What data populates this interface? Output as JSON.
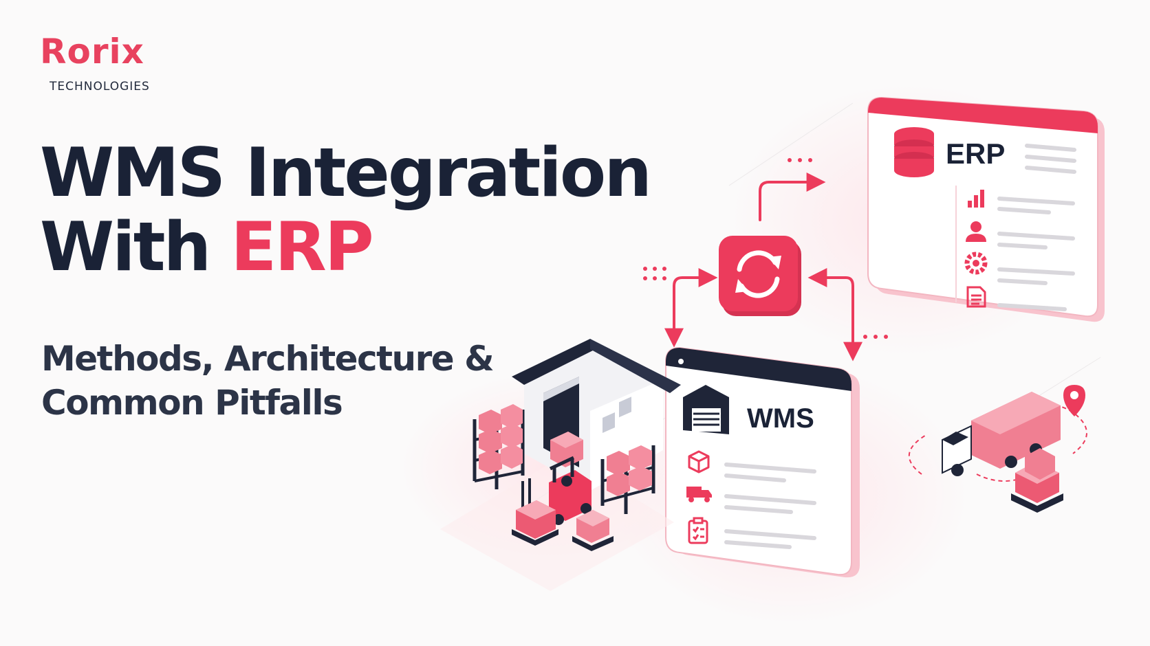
{
  "brand": {
    "logo_text": "Rorix",
    "logo_subtext": "TECHNOLOGIES"
  },
  "headline": {
    "line1": "WMS Integration",
    "line2_prefix": "With ",
    "line2_accent": "ERP"
  },
  "subheadline": {
    "line1": "Methods, Architecture &",
    "line2": "Common Pitfalls"
  },
  "illustration": {
    "erp_label": "ERP",
    "wms_label": "WMS",
    "icons": [
      "database-icon",
      "bar-chart-icon",
      "user-icon",
      "gear-icon",
      "document-icon",
      "sync-icon",
      "warehouse-icon",
      "package-icon",
      "truck-icon",
      "clipboard-icon",
      "location-pin-icon",
      "forklift-icon"
    ]
  },
  "colors": {
    "accent": "#ec3b5c",
    "dark": "#1a2236",
    "background": "#fbfafa"
  }
}
